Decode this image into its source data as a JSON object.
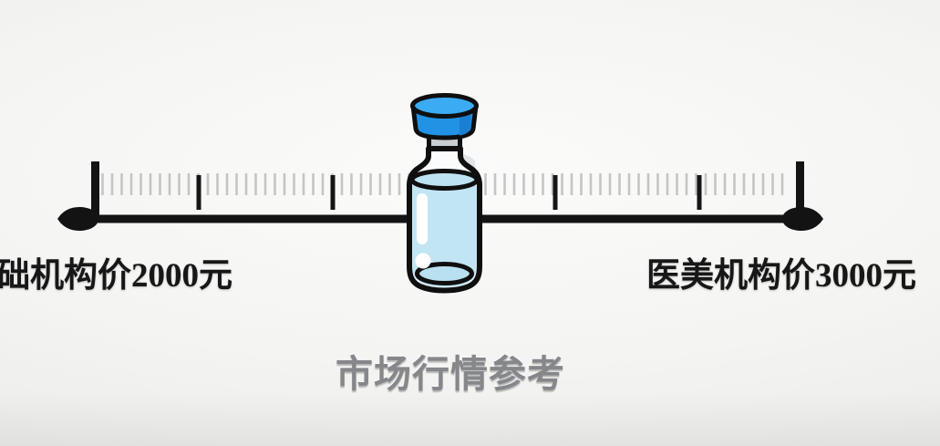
{
  "scene": {
    "left_price_label": "础机构价2000元",
    "right_price_label": "医美机构价3000元",
    "caption": "市场行情参考"
  },
  "colors": {
    "cap_top_blue": "#3babf4",
    "cap_front_blue": "#2192e4",
    "cap_shade_blue": "#1a7fd2",
    "neck_gray": "#c9ced3",
    "glass_white": "#fbfcfd",
    "glass_shade_gray": "#d9dee1",
    "liquid_blue": "#c2e5f4",
    "liquid_surface_blue": "#bde2f2",
    "liquid_bottom_blue": "#b8e0f0",
    "highlight_white": "#ffffff",
    "ruler_black": "#141414",
    "minor_tick_gray": "#c4c5c4",
    "label_black": "#171717",
    "caption_gray": "#85878a"
  }
}
